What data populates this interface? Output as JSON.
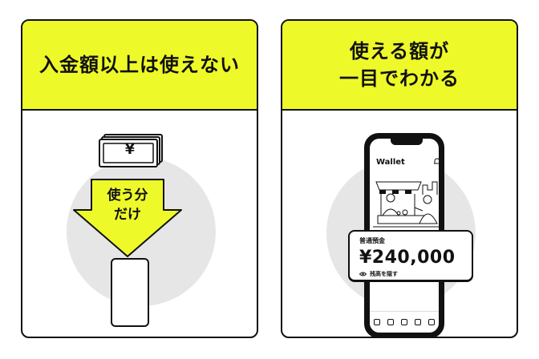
{
  "left_card": {
    "title": "入金額以上は使えない",
    "arrow_label_line1": "使う分",
    "arrow_label_line2": "だけ",
    "banknote_symbol": "¥"
  },
  "right_card": {
    "title_line1": "使える額が",
    "title_line2": "一目でわかる",
    "app_title": "Wallet",
    "account_type": "普通預金",
    "balance": "¥240,000",
    "hide_label": "残高を隠す"
  },
  "colors": {
    "accent": "#EEF92A",
    "ink": "#111111",
    "circle": "#E6E6E6"
  },
  "icons": [
    "banknote-icon",
    "down-arrow-icon",
    "smartphone-icon",
    "bell-icon",
    "user-icon",
    "eye-icon"
  ]
}
